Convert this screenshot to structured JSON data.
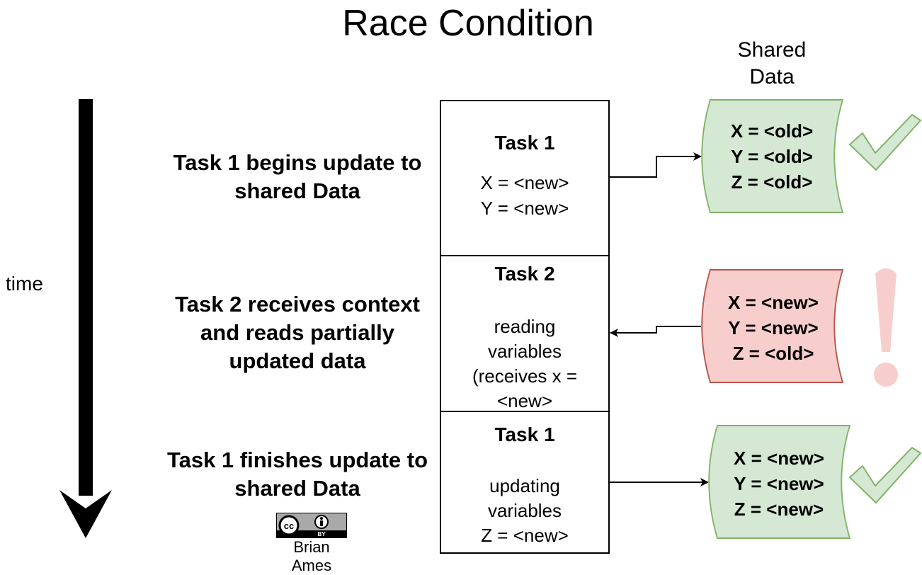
{
  "title": "Race Condition",
  "shared_data_label": "Shared\nData",
  "time_label": "time",
  "steps": [
    {
      "description": "Task 1 begins update to shared Data",
      "task_title": "Task 1",
      "task_body": "X = <new>\nY = <new>",
      "data_lines": "X = <old>\nY = <old>\nZ = <old>",
      "data_state": "consistent",
      "arrow_direction": "task-to-data"
    },
    {
      "description": "Task 2 receives context and reads partially updated data",
      "task_title": "Task 2",
      "task_body": "reading\nvariables\n(receives x =\n<new>",
      "data_lines": "X = <new>\nY = <new>\nZ = <old>",
      "data_state": "inconsistent",
      "arrow_direction": "data-to-task"
    },
    {
      "description": "Task 1 finishes update to shared Data",
      "task_title": "Task 1",
      "task_body": "updating\nvariables\nZ = <new>",
      "data_lines": "X = <new>\nY = <new>\nZ = <new>",
      "data_state": "consistent",
      "arrow_direction": "task-to-data"
    }
  ],
  "license": {
    "badge_text": "BY",
    "author": "Brian\nAmes"
  },
  "colors": {
    "green_fill": "#d5e8d4",
    "green_stroke": "#82b366",
    "red_fill": "#f8cecc",
    "red_stroke": "#b85450",
    "check_fill": "#d5e8d4",
    "exclaim_fill": "#f8cecc"
  }
}
